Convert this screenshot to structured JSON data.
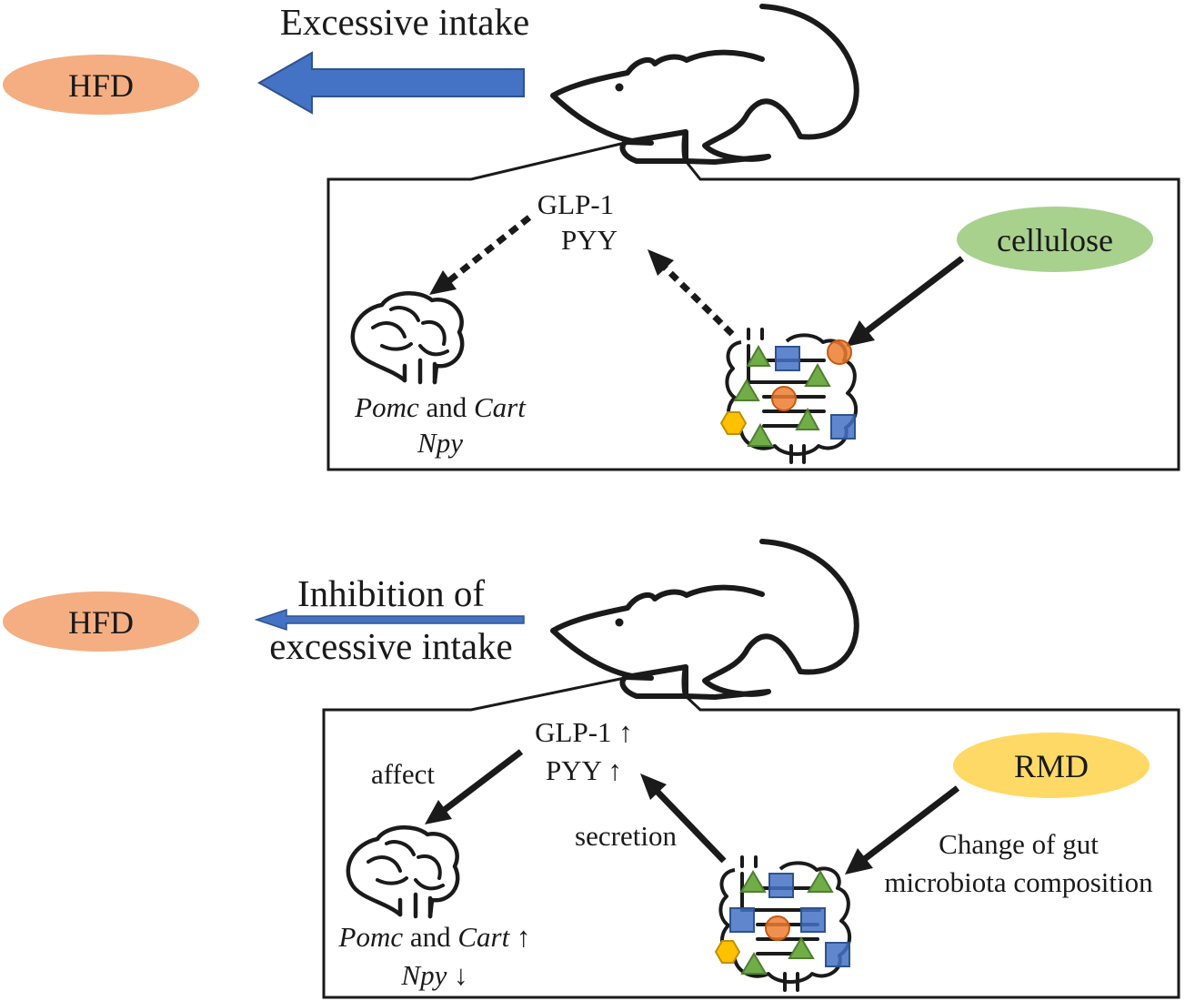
{
  "colors": {
    "hfd": "#F4AE82",
    "cellulose": "#A9D18E",
    "rmd": "#FFD966",
    "arrow_blue": "#4472C4",
    "arrow_blue_stroke": "#2F528F",
    "bacteria_green": "#70AD47",
    "bacteria_blue": "#4472C4",
    "bacteria_orange": "#ED7D31",
    "bacteria_yellow": "#FFC000"
  },
  "top": {
    "hfd_label": "HFD",
    "intake_label": "Excessive intake",
    "hormones": [
      "GLP-1",
      "PYY"
    ],
    "fiber_label": "cellulose",
    "brain_genes_line1": {
      "gene1": "Pomc",
      "joiner": " and ",
      "gene2": "Cart",
      "suffix": ""
    },
    "brain_genes_line2": {
      "gene": "Npy",
      "suffix": ""
    }
  },
  "bottom": {
    "hfd_label": "HFD",
    "intake_label_line1": "Inhibition of",
    "intake_label_line2": "excessive intake",
    "hormones": [
      "GLP-1 ↑",
      "PYY ↑"
    ],
    "fiber_label": "RMD",
    "affect_label": "affect",
    "secretion_label": "secretion",
    "microbiota_line1": "Change of gut",
    "microbiota_line2": "microbiota composition",
    "brain_genes_line1": {
      "gene1": "Pomc",
      "joiner": " and ",
      "gene2": "Cart",
      "suffix": " ↑"
    },
    "brain_genes_line2": {
      "gene": "Npy",
      "suffix": " ↓"
    }
  }
}
